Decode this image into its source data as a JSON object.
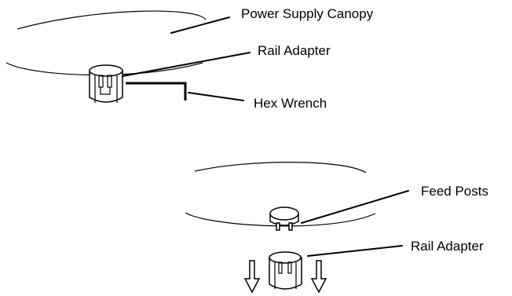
{
  "labels": {
    "power_supply_canopy": "Power Supply Canopy",
    "rail_adapter_top": "Rail Adapter",
    "hex_wrench": "Hex Wrench",
    "feed_posts": "Feed Posts",
    "rail_adapter_bottom": "Rail Adapter"
  },
  "colors": {
    "ink": "#000000",
    "background": "#ffffff"
  }
}
